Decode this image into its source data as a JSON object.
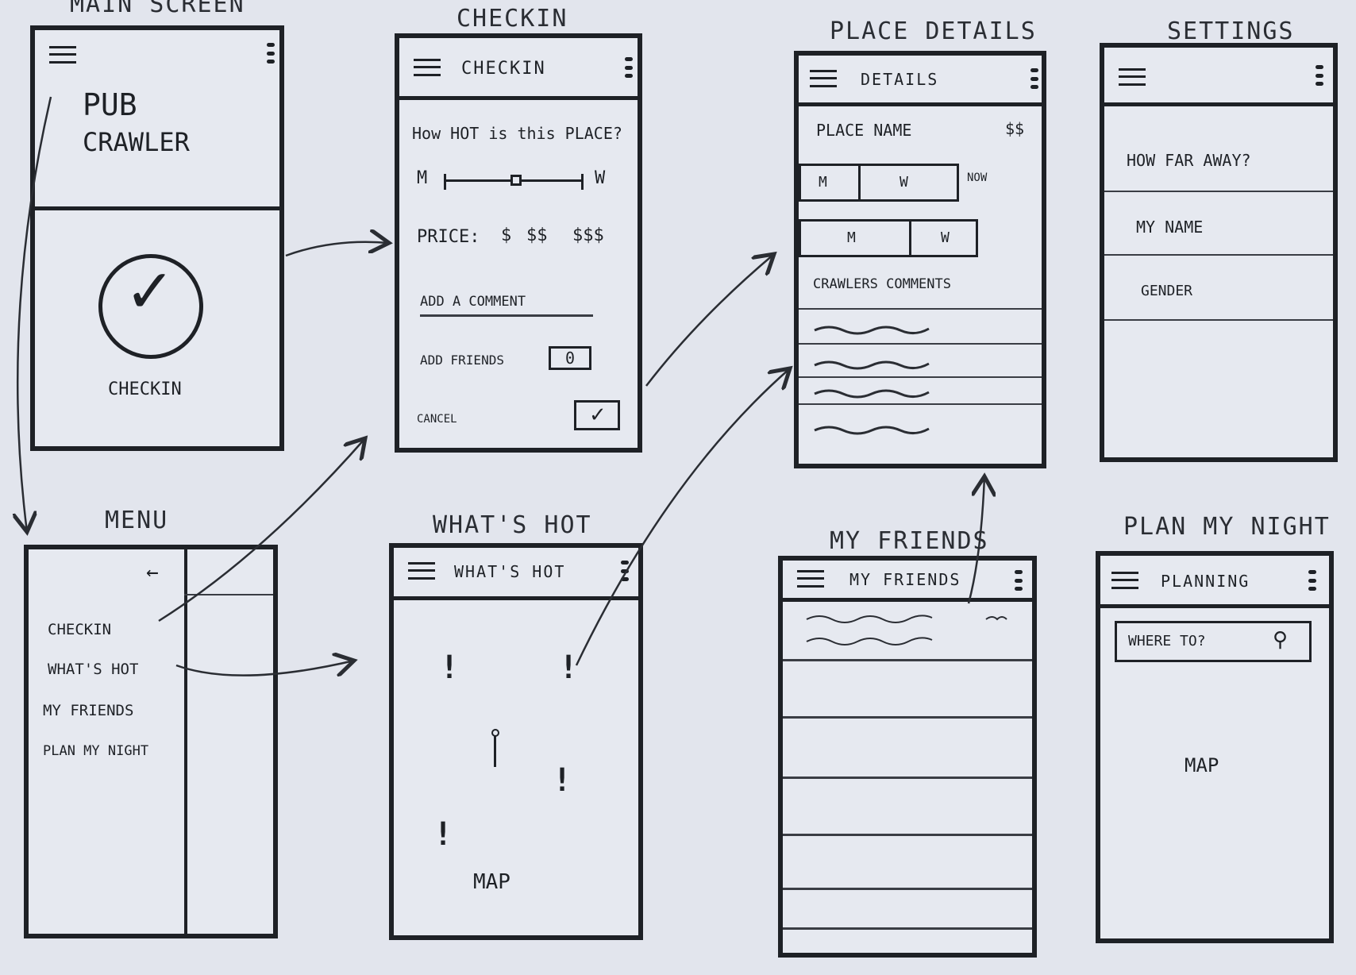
{
  "captions": {
    "main": "MAIN SCREEN",
    "checkin": "CHECKIN",
    "details": "PLACE DETAILS",
    "settings": "SETTINGS",
    "menu": "MENU",
    "whatshot": "WHAT'S HOT",
    "friends": "MY FRIENDS",
    "plan": "PLAN MY NIGHT"
  },
  "main": {
    "app_name_line1": "PUB",
    "app_name_line2": "CRAWLER",
    "checkin_label": "CHECKIN",
    "check_glyph": "✓"
  },
  "checkin": {
    "header_title": "CHECKIN",
    "question": "How HOT is this PLACE?",
    "slider_left": "M",
    "slider_right": "W",
    "price_label": "PRICE:",
    "price_options": [
      "$",
      "$$",
      "$$$"
    ],
    "add_comment": "ADD A COMMENT",
    "add_friends": "ADD FRIENDS",
    "friends_count": "0",
    "cancel": "CANCEL",
    "confirm_glyph": "✓"
  },
  "details": {
    "header_title": "DETAILS",
    "place_name": "PLACE NAME",
    "price": "$$",
    "row1": {
      "m": "M",
      "w": "W",
      "label": "NOW"
    },
    "row2": {
      "m": "M",
      "w": "W"
    },
    "comments_label": "CRAWLERS COMMENTS"
  },
  "settings": {
    "items": [
      "HOW FAR AWAY?",
      "MY NAME",
      "GENDER"
    ]
  },
  "menu": {
    "back_glyph": "←",
    "items": [
      "CHECKIN",
      "WHAT'S HOT",
      "MY FRIENDS",
      "PLAN MY NIGHT"
    ]
  },
  "whatshot": {
    "header_title": "WHAT'S HOT",
    "marker_glyph": "!",
    "map_label": "MAP"
  },
  "friends": {
    "header_title": "MY FRIENDS"
  },
  "plan": {
    "header_title": "PLANNING",
    "search_placeholder": "WHERE TO?",
    "search_glyph": "⚲",
    "map_label": "MAP"
  }
}
